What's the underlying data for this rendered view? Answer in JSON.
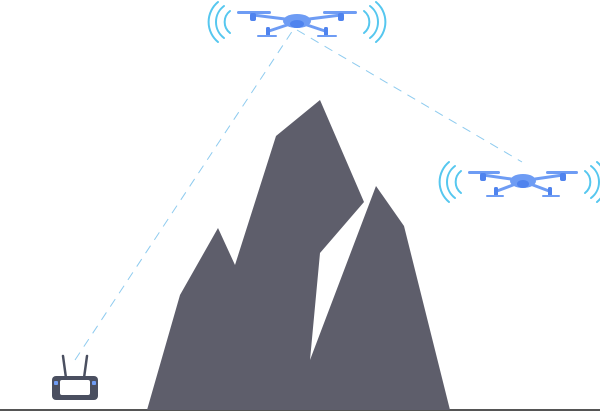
{
  "diagram": {
    "elements": [
      {
        "name": "relay-drone",
        "icon": "drone-icon"
      },
      {
        "name": "target-drone",
        "icon": "drone-icon"
      },
      {
        "name": "remote-controller",
        "icon": "remote-controller-icon"
      },
      {
        "name": "mountain",
        "icon": "mountain-icon"
      }
    ],
    "links": [
      {
        "from": "remote-controller",
        "to": "relay-drone",
        "style": "dashed"
      },
      {
        "from": "relay-drone",
        "to": "target-drone",
        "style": "dashed"
      }
    ]
  },
  "colors": {
    "drone": "#6e9cf4",
    "drone_dark": "#4f83ee",
    "signal_wave": "#56c7ef",
    "link_line": "#8ecbef",
    "mountain": "#5e5e6b",
    "controller": "#4a4f60",
    "controller_screen": "#ffffff",
    "ground": "#555555",
    "background": "#ffffff"
  }
}
